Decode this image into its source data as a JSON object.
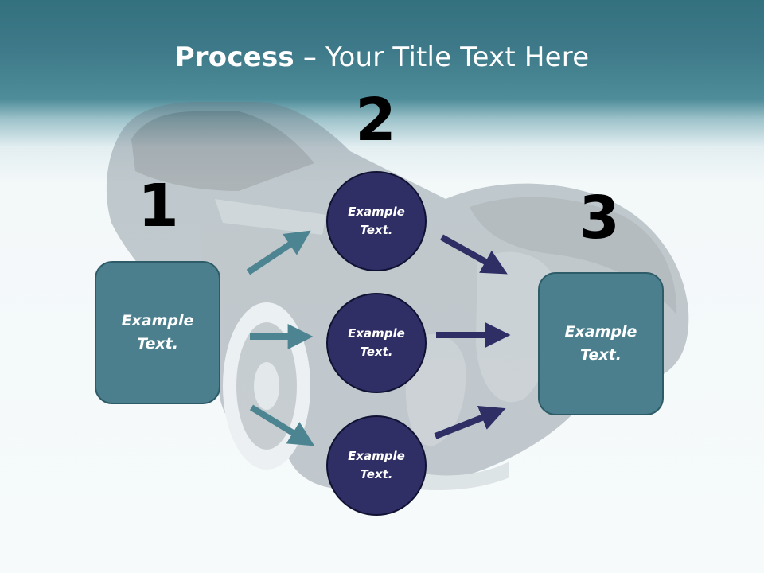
{
  "title": {
    "bold": "Process",
    "rest": " – Your Title Text Here"
  },
  "steps": [
    {
      "number": "1",
      "label": "Example\nText."
    },
    {
      "number": "2",
      "labels": [
        "Example\nText.",
        "Example\nText.",
        "Example\nText."
      ]
    },
    {
      "number": "3",
      "label": "Example\nText."
    }
  ],
  "colors": {
    "box": "#4b7f8d",
    "circle": "#2f2f66",
    "arrow_teal": "#4d8492",
    "arrow_navy": "#2f2f66",
    "header": "#3d7988"
  }
}
